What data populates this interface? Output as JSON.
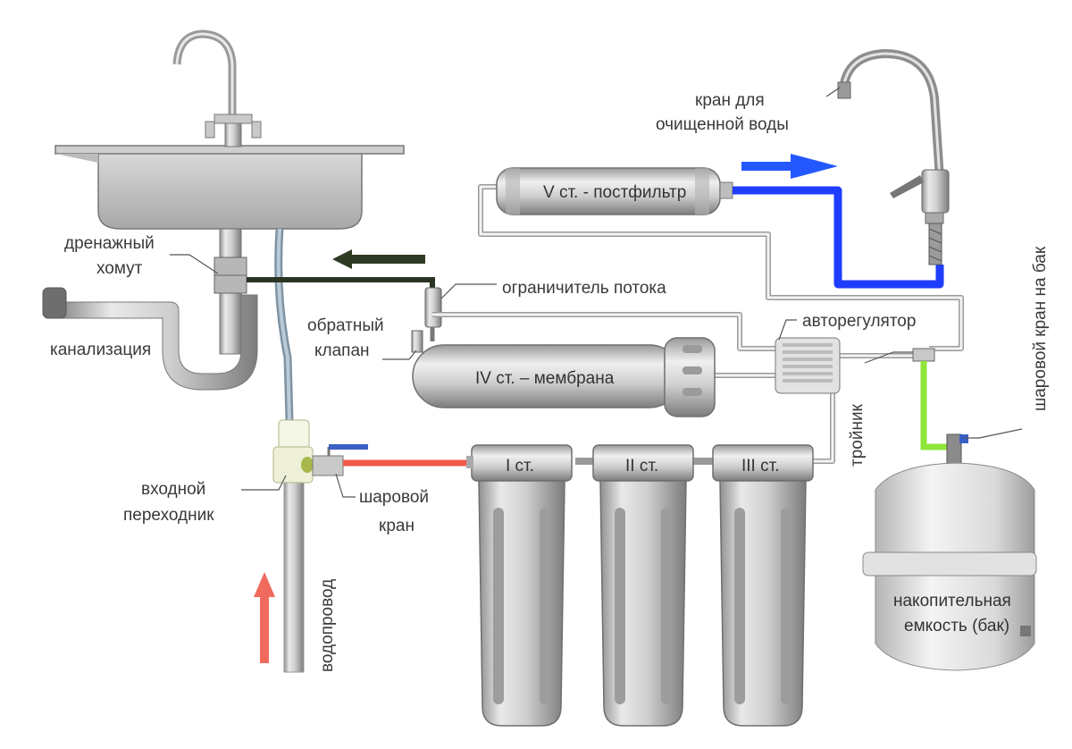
{
  "labels": {
    "drain_clamp_1": "дренажный",
    "drain_clamp_2": "хомут",
    "sewer": "канализация",
    "check_valve_1": "обратный",
    "check_valve_2": "клапан",
    "flow_limiter": "ограничитель потока",
    "autoregulator": "авторегулятор",
    "faucet_1": "кран для",
    "faucet_2": "очищенной воды",
    "postfilter": "V ст. - постфильтр",
    "membrane": "IV ст. – мембрана",
    "stage1": "I ст.",
    "stage2": "II ст.",
    "stage3": "III ст.",
    "tee": "тройник",
    "tank_valve": "шаровой кран на бак",
    "inlet_adapter_1": "входной",
    "inlet_adapter_2": "переходник",
    "ball_valve_1": "шаровой",
    "ball_valve_2": "кран",
    "water_supply": "водопровод",
    "tank_1": "накопительная",
    "tank_2": "емкость (бак)"
  },
  "colors": {
    "clean_water": "#1f3dff",
    "raw_water": "#ef5a4a",
    "drain_line": "#2b3323",
    "tank_line": "#8ee63a",
    "inlet_arrow": "#f06a5e",
    "drain_arrow": "#2f3a24",
    "clean_arrow": "#2458ff"
  }
}
